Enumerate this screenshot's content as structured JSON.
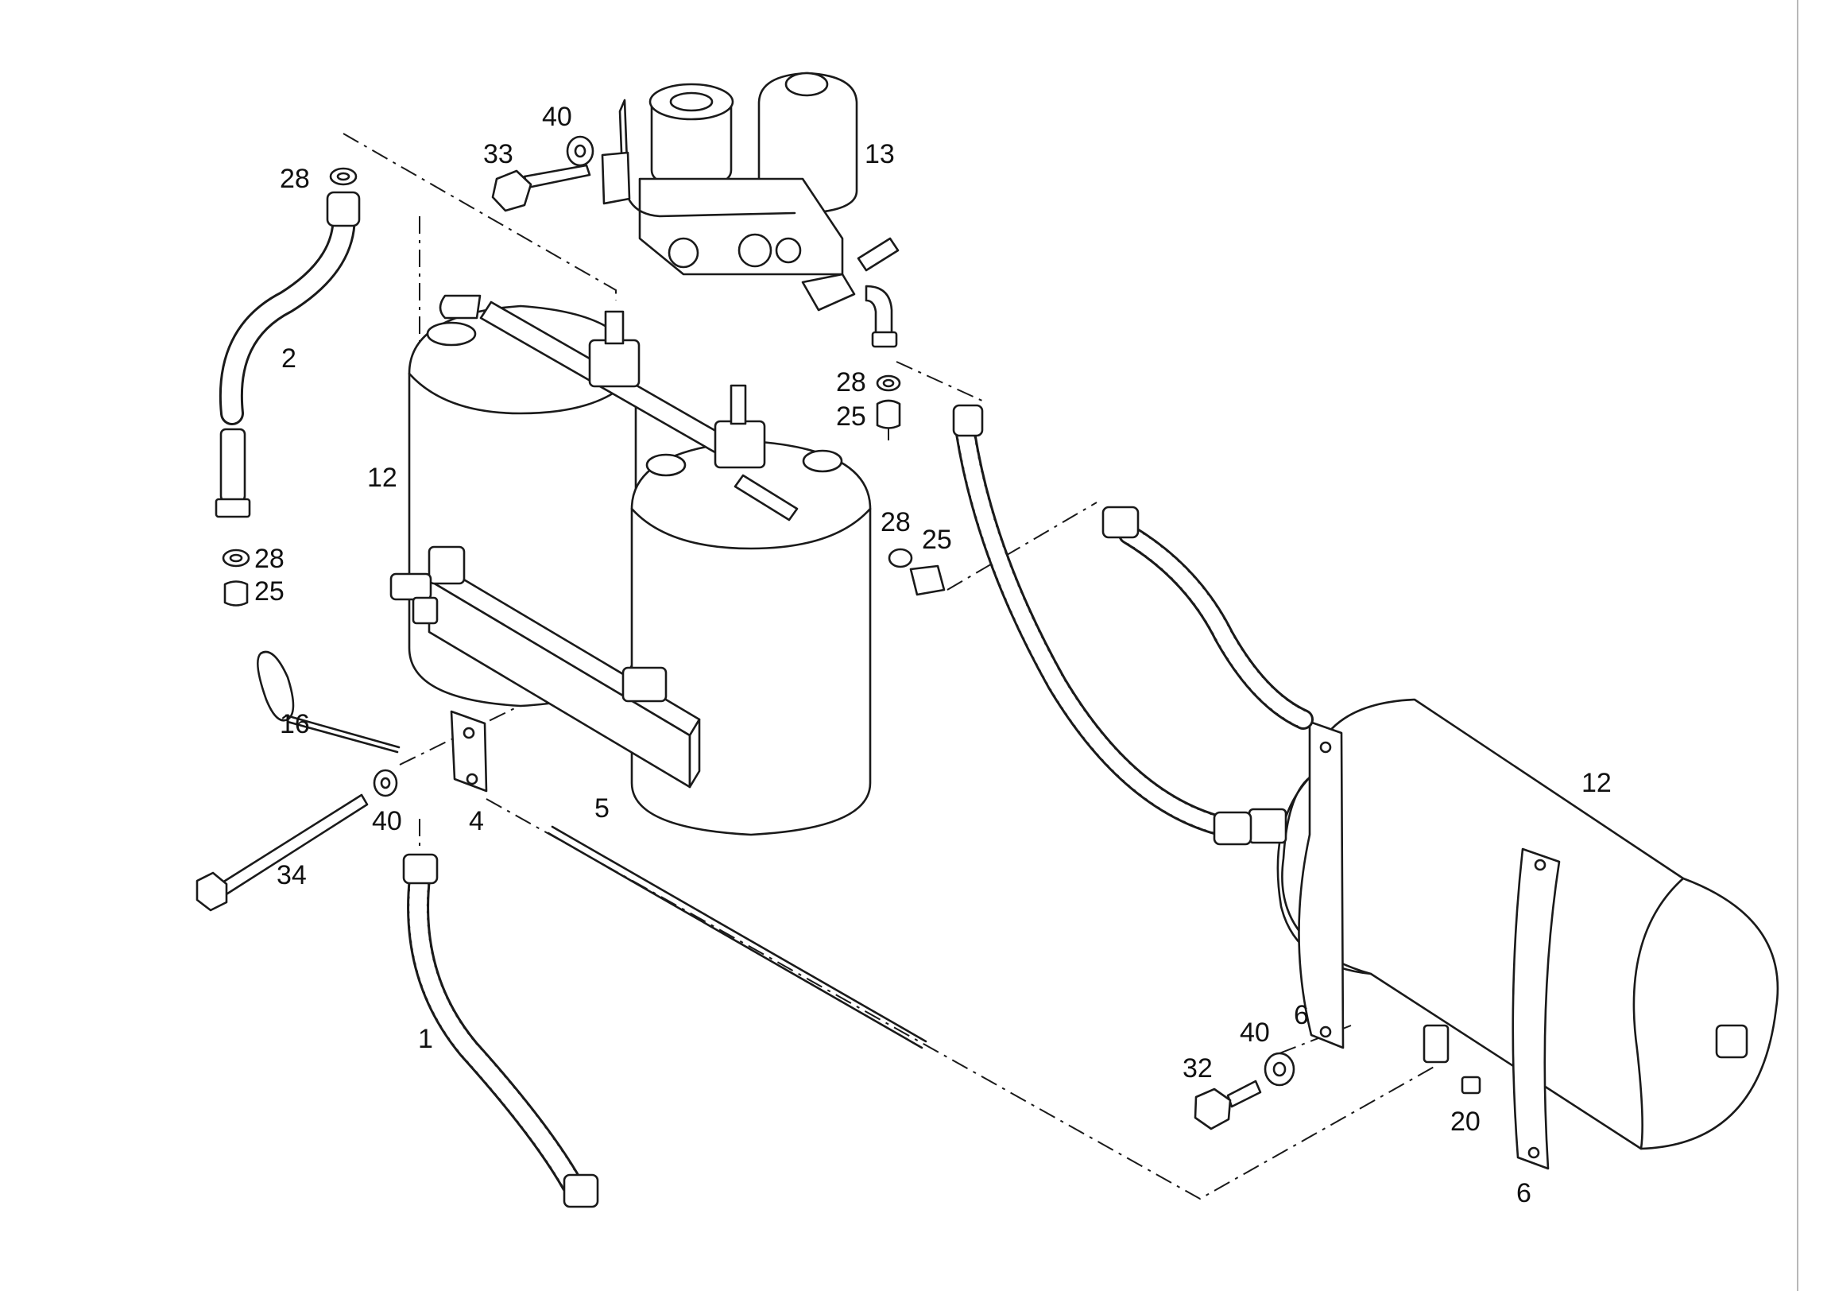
{
  "diagram": {
    "type": "exploded-parts-drawing",
    "part_numbers": [
      {
        "id": "p28a",
        "label": "28"
      },
      {
        "id": "p33",
        "label": "33"
      },
      {
        "id": "p40a",
        "label": "40"
      },
      {
        "id": "p13",
        "label": "13"
      },
      {
        "id": "p2",
        "label": "2"
      },
      {
        "id": "p28b",
        "label": "28"
      },
      {
        "id": "p25b",
        "label": "25"
      },
      {
        "id": "p12a",
        "label": "12"
      },
      {
        "id": "p28c",
        "label": "28"
      },
      {
        "id": "p25c",
        "label": "25"
      },
      {
        "id": "p28d",
        "label": "28"
      },
      {
        "id": "p25d",
        "label": "25"
      },
      {
        "id": "p16",
        "label": "16"
      },
      {
        "id": "p5",
        "label": "5"
      },
      {
        "id": "p40b",
        "label": "40"
      },
      {
        "id": "p4",
        "label": "4"
      },
      {
        "id": "p34",
        "label": "34"
      },
      {
        "id": "p12b",
        "label": "12"
      },
      {
        "id": "p1",
        "label": "1"
      },
      {
        "id": "p6a",
        "label": "6"
      },
      {
        "id": "p40c",
        "label": "40"
      },
      {
        "id": "p32",
        "label": "32"
      },
      {
        "id": "p20",
        "label": "20"
      },
      {
        "id": "p6b",
        "label": "6"
      }
    ],
    "colors": {
      "ink": "#1a1a1a",
      "paper": "#ffffff"
    }
  }
}
